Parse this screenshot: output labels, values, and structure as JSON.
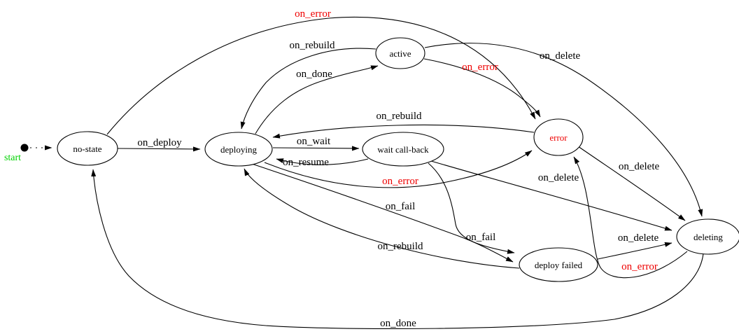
{
  "diagram": {
    "type": "state-machine",
    "start": {
      "label": "start",
      "color": "#00d200"
    },
    "nodes": [
      {
        "id": "no-state",
        "label": "no-state",
        "text_color": "#000000"
      },
      {
        "id": "deploying",
        "label": "deploying",
        "text_color": "#000000"
      },
      {
        "id": "active",
        "label": "active",
        "text_color": "#000000"
      },
      {
        "id": "wait-call-back",
        "label": "wait call-back",
        "text_color": "#000000"
      },
      {
        "id": "error",
        "label": "error",
        "text_color": "#ee0000"
      },
      {
        "id": "deploy-failed",
        "label": "deploy failed",
        "text_color": "#000000"
      },
      {
        "id": "deleting",
        "label": "deleting",
        "text_color": "#000000"
      }
    ],
    "edges": [
      {
        "from": "start",
        "to": "no-state",
        "label": "",
        "color": "#000000",
        "style": "dotted"
      },
      {
        "from": "no-state",
        "to": "deploying",
        "label": "on_deploy",
        "color": "#000000",
        "style": "solid"
      },
      {
        "from": "no-state",
        "to": "error",
        "label": "on_error",
        "color": "#ee0000",
        "style": "solid"
      },
      {
        "from": "deploying",
        "to": "active",
        "label": "on_done",
        "color": "#000000",
        "style": "solid"
      },
      {
        "from": "active",
        "to": "deploying",
        "label": "on_rebuild",
        "color": "#000000",
        "style": "solid"
      },
      {
        "from": "deploying",
        "to": "wait-call-back",
        "label": "on_wait",
        "color": "#000000",
        "style": "solid"
      },
      {
        "from": "wait-call-back",
        "to": "deploying",
        "label": "on_resume",
        "color": "#000000",
        "style": "solid"
      },
      {
        "from": "deploying",
        "to": "error",
        "label": "on_error",
        "color": "#ee0000",
        "style": "solid"
      },
      {
        "from": "active",
        "to": "error",
        "label": "on_error",
        "color": "#ee0000",
        "style": "solid"
      },
      {
        "from": "error",
        "to": "deploying",
        "label": "on_rebuild",
        "color": "#000000",
        "style": "solid"
      },
      {
        "from": "deploying",
        "to": "deploy-failed",
        "label": "on_fail",
        "color": "#000000",
        "style": "solid"
      },
      {
        "from": "wait-call-back",
        "to": "deploy-failed",
        "label": "on_fail",
        "color": "#000000",
        "style": "solid"
      },
      {
        "from": "deploy-failed",
        "to": "deploying",
        "label": "on_rebuild",
        "color": "#000000",
        "style": "solid"
      },
      {
        "from": "active",
        "to": "deleting",
        "label": "on_delete",
        "color": "#000000",
        "style": "solid"
      },
      {
        "from": "error",
        "to": "deleting",
        "label": "on_delete",
        "color": "#000000",
        "style": "solid"
      },
      {
        "from": "wait-call-back",
        "to": "deleting",
        "label": "on_delete",
        "color": "#000000",
        "style": "solid"
      },
      {
        "from": "deploy-failed",
        "to": "deleting",
        "label": "on_delete",
        "color": "#000000",
        "style": "solid"
      },
      {
        "from": "deleting",
        "to": "error",
        "label": "on_error",
        "color": "#ee0000",
        "style": "solid"
      },
      {
        "from": "deleting",
        "to": "no-state",
        "label": "on_done",
        "color": "#000000",
        "style": "solid"
      }
    ]
  },
  "colors": {
    "background": "#ffffff",
    "node_stroke": "#000000",
    "edge_stroke": "#000000",
    "error_red": "#ee0000",
    "start_green": "#00d200"
  }
}
